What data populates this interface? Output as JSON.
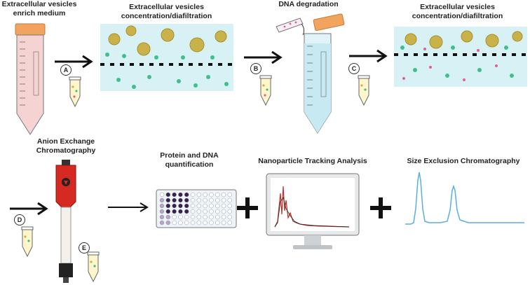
{
  "labels": {
    "ev_medium": "Extracellular vesicles\nenrich medium",
    "ev_conc_1": "Extracellular vesicles\nconcentration/diafiltration",
    "dna_degradation": "DNA degradation",
    "ev_conc_2": "Extracellular vesicles\nconcentration/diafiltration",
    "anion_exchange": "Anion Exchange\nChromatography",
    "protein_dna": "Protein and DNA\nquantification",
    "nta": "Nanoparticle Tracking Analysis",
    "sec": "Size Exclusion Chromatography"
  },
  "steps": [
    "A",
    "B",
    "C",
    "D",
    "E"
  ],
  "colors": {
    "membrane_bg": "#d8f1f5",
    "vesicle": "#c9b24a",
    "protein": "#3fbf8a",
    "tube_fill": "#f6d3d3",
    "cap": "#f2a35e",
    "column_red": "#d42a22",
    "sec_line": "#5aaee0"
  }
}
